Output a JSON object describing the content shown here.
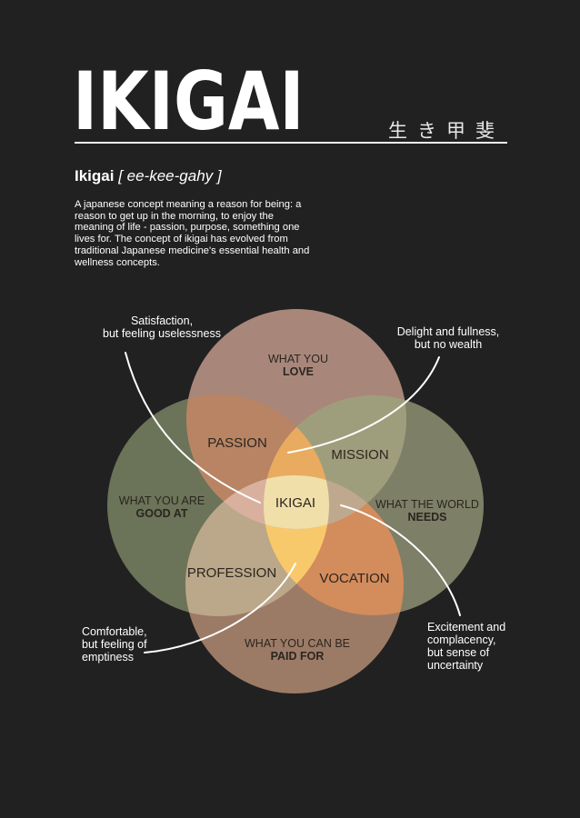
{
  "header": {
    "title": "IKIGAI",
    "kanji": "生き甲斐",
    "term": "Ikigai",
    "pronunciation": "[ ee-kee-gahy ]",
    "description": "A japanese concept meaning a reason for being: a reason to get up in the morning, to enjoy the meaning of life - passion, purpose, something one lives for. The concept of ikigai has evolved from traditional Japanese medicine's essential health and wellness concepts."
  },
  "diagram": {
    "circles": [
      {
        "id": "love",
        "line1": "WHAT YOU",
        "line2": "LOVE",
        "color": "#a8877a"
      },
      {
        "id": "good_at",
        "line1": "WHAT YOU ARE",
        "line2": "GOOD AT",
        "color": "#6b7358"
      },
      {
        "id": "world_needs",
        "line1": "WHAT THE WORLD",
        "line2": "NEEDS",
        "color": "#7d7f66"
      },
      {
        "id": "paid_for",
        "line1": "WHAT YOU CAN BE",
        "line2": "PAID FOR",
        "color": "#9c7b66"
      }
    ],
    "intersections": {
      "passion": "PASSION",
      "mission": "MISSION",
      "profession": "PROFESSION",
      "vocation": "VOCATION",
      "center": "IKIGAI"
    },
    "colors": {
      "passion": "#b98463",
      "mission": "#9f9e7c",
      "profession": "#bba78a",
      "vocation": "#d38c5c",
      "lens_top": "#e8ab60",
      "lens_bottom": "#f7c96a",
      "band_left": "#d9b09e",
      "band_right": "#bfa98e",
      "center": "#f1dfaa"
    }
  },
  "annotations": {
    "top_left": [
      "Satisfaction,",
      "but feeling uselessness"
    ],
    "top_right": [
      "Delight and fullness,",
      "but no wealth"
    ],
    "bottom_left": [
      "Comfortable,",
      "but feeling of",
      "emptiness"
    ],
    "bottom_right": [
      "Excitement and",
      "complacency,",
      "but sense of",
      "uncertainty"
    ]
  }
}
